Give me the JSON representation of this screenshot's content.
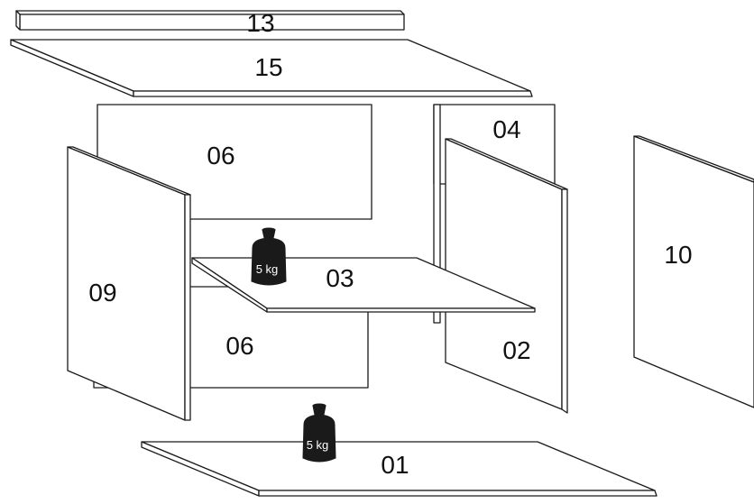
{
  "parts": {
    "p13": "13",
    "p15": "15",
    "p06_top": "06",
    "p04": "04",
    "p09": "09",
    "p03": "03",
    "p06_bottom": "06",
    "p02": "02",
    "p10": "10",
    "p01": "01"
  },
  "weights": {
    "shelf_weight": "5 kg",
    "bottom_weight": "5 kg"
  },
  "colors": {
    "line": "#1a1a1a",
    "panel_fill": "#ffffff",
    "weight_fill": "#1a1a1a",
    "weight_text": "#ffffff"
  },
  "icons": {
    "weight": "kettlebell-weight-icon"
  }
}
